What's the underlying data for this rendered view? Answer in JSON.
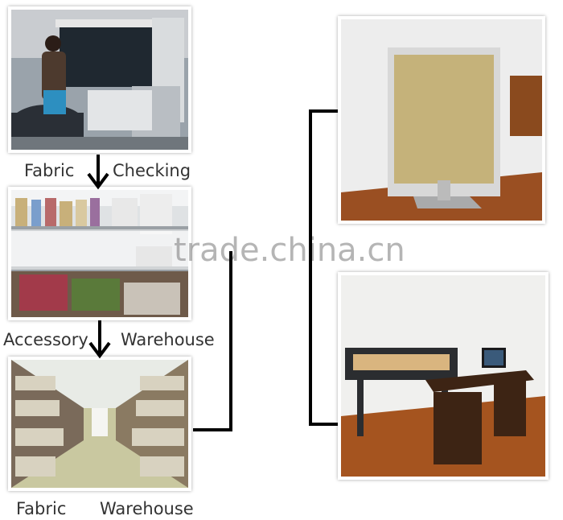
{
  "captions": {
    "fabric_checking_left": "Fabric",
    "fabric_checking_right": "Checking",
    "accessory_left": "Accessory",
    "accessory_right": "Warehouse",
    "fabric_warehouse_left": "Fabric",
    "fabric_warehouse_right": "Warehouse"
  },
  "watermark": "trade.china.cn",
  "photos": {
    "fabric_checking": "fabric-checking-machine",
    "accessory_warehouse": "accessory-shelves",
    "fabric_warehouse": "fabric-roll-shelves",
    "digitizer_board": "digitizer-board",
    "plotter_room": "plotter-and-computer"
  }
}
